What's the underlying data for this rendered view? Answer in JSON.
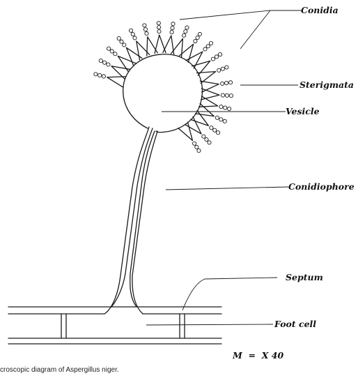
{
  "labels": {
    "conidia": "Conidia",
    "sterigmata": "Sterigmata",
    "vesicle": "Vesicle",
    "conidiophore": "Conidiophore",
    "septum": "Septum",
    "foot_cell": "Foot cell"
  },
  "scale": "M  =  X 40",
  "caption": "croscopic diagram of Aspergillus niger."
}
